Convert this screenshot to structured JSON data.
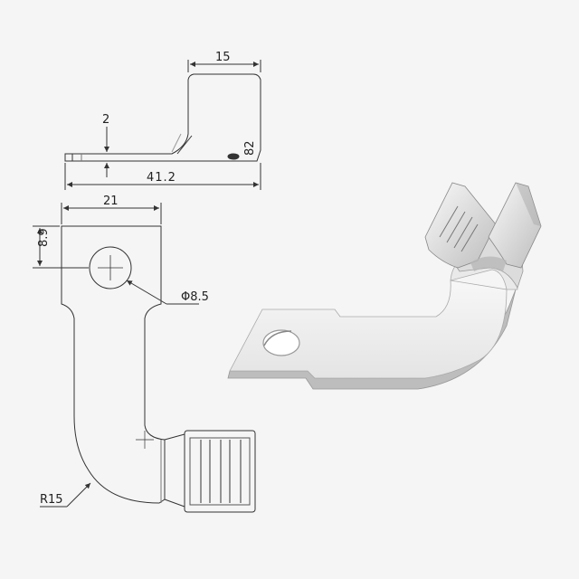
{
  "drawing": {
    "background": "#f4f5f4",
    "line_color": "#333333",
    "dimensions": {
      "top_width": "15",
      "thickness": "2",
      "total_length": "41.2",
      "lug_width": "21",
      "hole_offset": "8.9",
      "hole_diameter": "Φ8.5",
      "bend_radius": "R15",
      "side_mark": "82"
    }
  },
  "render_3d": {
    "body_color": "#f2f2f2",
    "shade_color": "#c9c9c9"
  }
}
